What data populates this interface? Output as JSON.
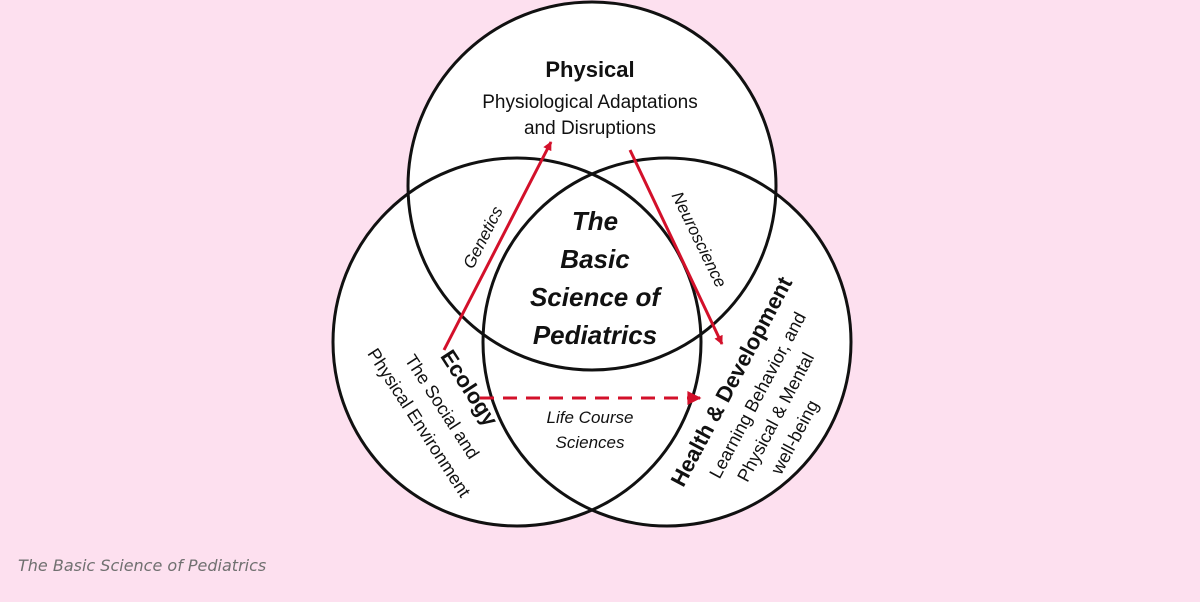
{
  "diagram": {
    "center_title": [
      "The",
      "Basic",
      "Science of",
      "Pediatrics"
    ],
    "physical": {
      "title": "Physical",
      "lines": [
        "Physiological Adaptations",
        "and Disruptions"
      ]
    },
    "ecology": {
      "title": "Ecology",
      "lines": [
        "The Social and",
        "Physical Environment"
      ]
    },
    "health": {
      "title": "Health & Development",
      "lines": [
        "Learning Behavior, and",
        "Physical & Mental",
        "well-being"
      ]
    },
    "links": {
      "genetics": "Genetics",
      "neuroscience": "Neuroscience",
      "life_course": [
        "Life Course",
        "Sciences"
      ]
    },
    "colors": {
      "background": "#fde0ef",
      "circle_fill": "#ffffff",
      "stroke": "#111111",
      "arrow": "#d3102a"
    }
  },
  "caption": "The Basic Science of Pediatrics"
}
